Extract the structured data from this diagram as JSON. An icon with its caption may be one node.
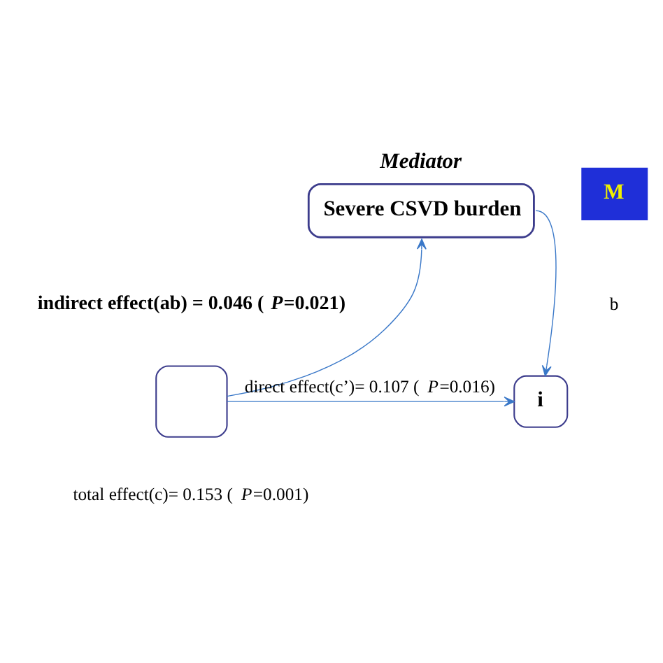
{
  "diagram": {
    "nodes": [
      {
        "text": [
          "Severe CSVD burden"
        ],
        "beside": [
          "Mediator"
        ]
      },
      {
        "text": [],
        "shape": "box"
      },
      {
        "text": [
          "i"
        ]
      },
      {
        "text": [
          "M"
        ]
      }
    ],
    "edges": [
      {
        "from": 1,
        "to": 0,
        "arrow": "to"
      },
      {
        "from": 0,
        "to": 2,
        "arrow": "to"
      },
      {
        "from": 1,
        "to": 2,
        "arrow": "to",
        "label": "direct effect(c’)= 0.107 ( *P*=0.016)"
      }
    ],
    "labels": [
      "indirect effect(ab) = 0.046 ( *P*=0.021)",
      "b",
      "total effect(c)= 0.153 ( *P*=0.001)"
    ]
  }
}
